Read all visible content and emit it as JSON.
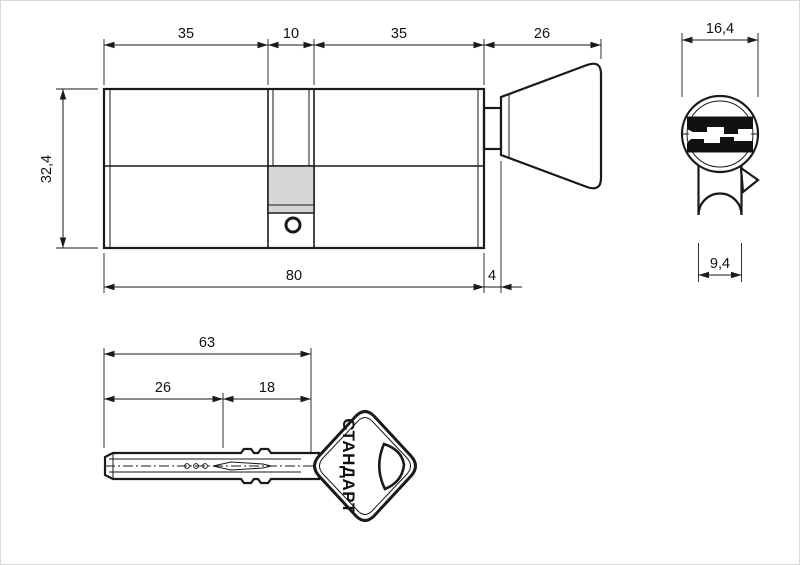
{
  "colors": {
    "line": "#1a1a1a",
    "cam_fill": "#d6d6d6",
    "keyway_fill": "#111111"
  },
  "cylinder_side_view": {
    "dim_top_left": "35",
    "dim_top_cam": "10",
    "dim_top_right": "35",
    "dim_knob": "26",
    "dim_height": "32,4",
    "dim_body_length": "80",
    "dim_neck": "4"
  },
  "cylinder_front_view": {
    "dim_diameter": "16,4",
    "dim_stem_width": "9,4"
  },
  "key_view": {
    "dim_total": "63",
    "dim_section_left": "26",
    "dim_section_right": "18",
    "brand": "СТАНДАРТ"
  }
}
